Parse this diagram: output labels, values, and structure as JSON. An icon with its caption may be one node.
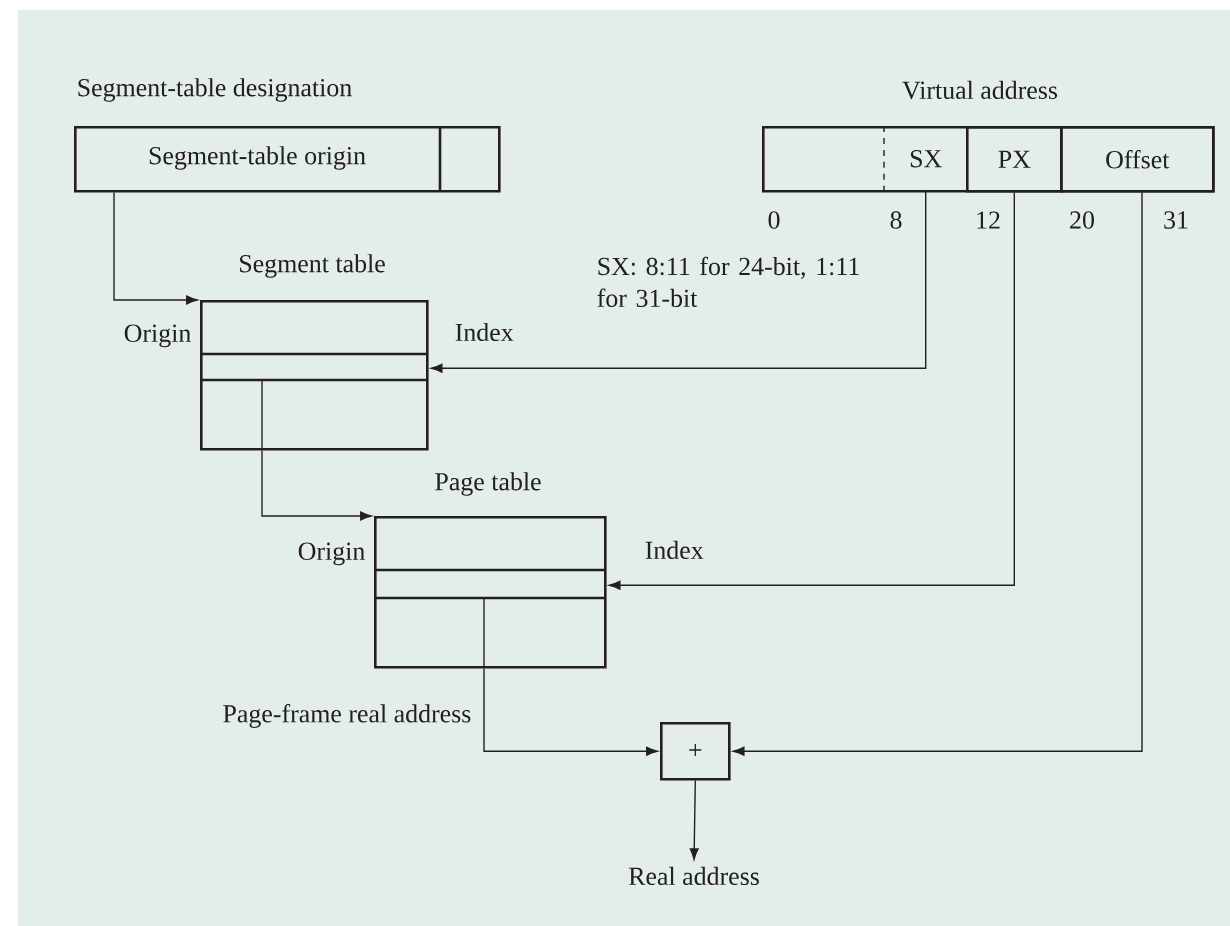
{
  "diagram": {
    "nodes": [
      {
        "text": [
          "Segment-table designation",
          "Segment-table origin"
        ]
      },
      {
        "text": [
          "Virtual address"
        ]
      },
      {
        "text": [
          "SX"
        ],
        "in": 1
      },
      {
        "text": [
          "PX"
        ],
        "in": 1
      },
      {
        "text": [
          "Offset"
        ],
        "in": 1
      },
      {
        "text": [
          "Segment table"
        ],
        "beside": [
          "Origin",
          "Index"
        ]
      },
      {
        "text": [
          "Page table"
        ],
        "beside": [
          "Origin",
          "Index"
        ]
      },
      {
        "text": [
          "+"
        ]
      },
      {
        "text": [
          "Real address"
        ]
      }
    ],
    "edges": [
      {
        "from": 0,
        "to": 5,
        "arrow": "to"
      },
      {
        "from": 2,
        "to": 5,
        "arrow": "to",
        "label": "SX: 8:11 for 24-bit, 1:11 for 31-bit"
      },
      {
        "from": 5,
        "to": 6,
        "arrow": "to"
      },
      {
        "from": 3,
        "to": 6,
        "arrow": "to"
      },
      {
        "from": 6,
        "to": 7,
        "arrow": "to",
        "label": "Page-frame real address"
      },
      {
        "from": 4,
        "to": 7,
        "arrow": "to"
      },
      {
        "from": 7,
        "to": 8,
        "arrow": "to"
      }
    ],
    "labels": [
      "0",
      "8",
      "12",
      "20",
      "31"
    ]
  }
}
